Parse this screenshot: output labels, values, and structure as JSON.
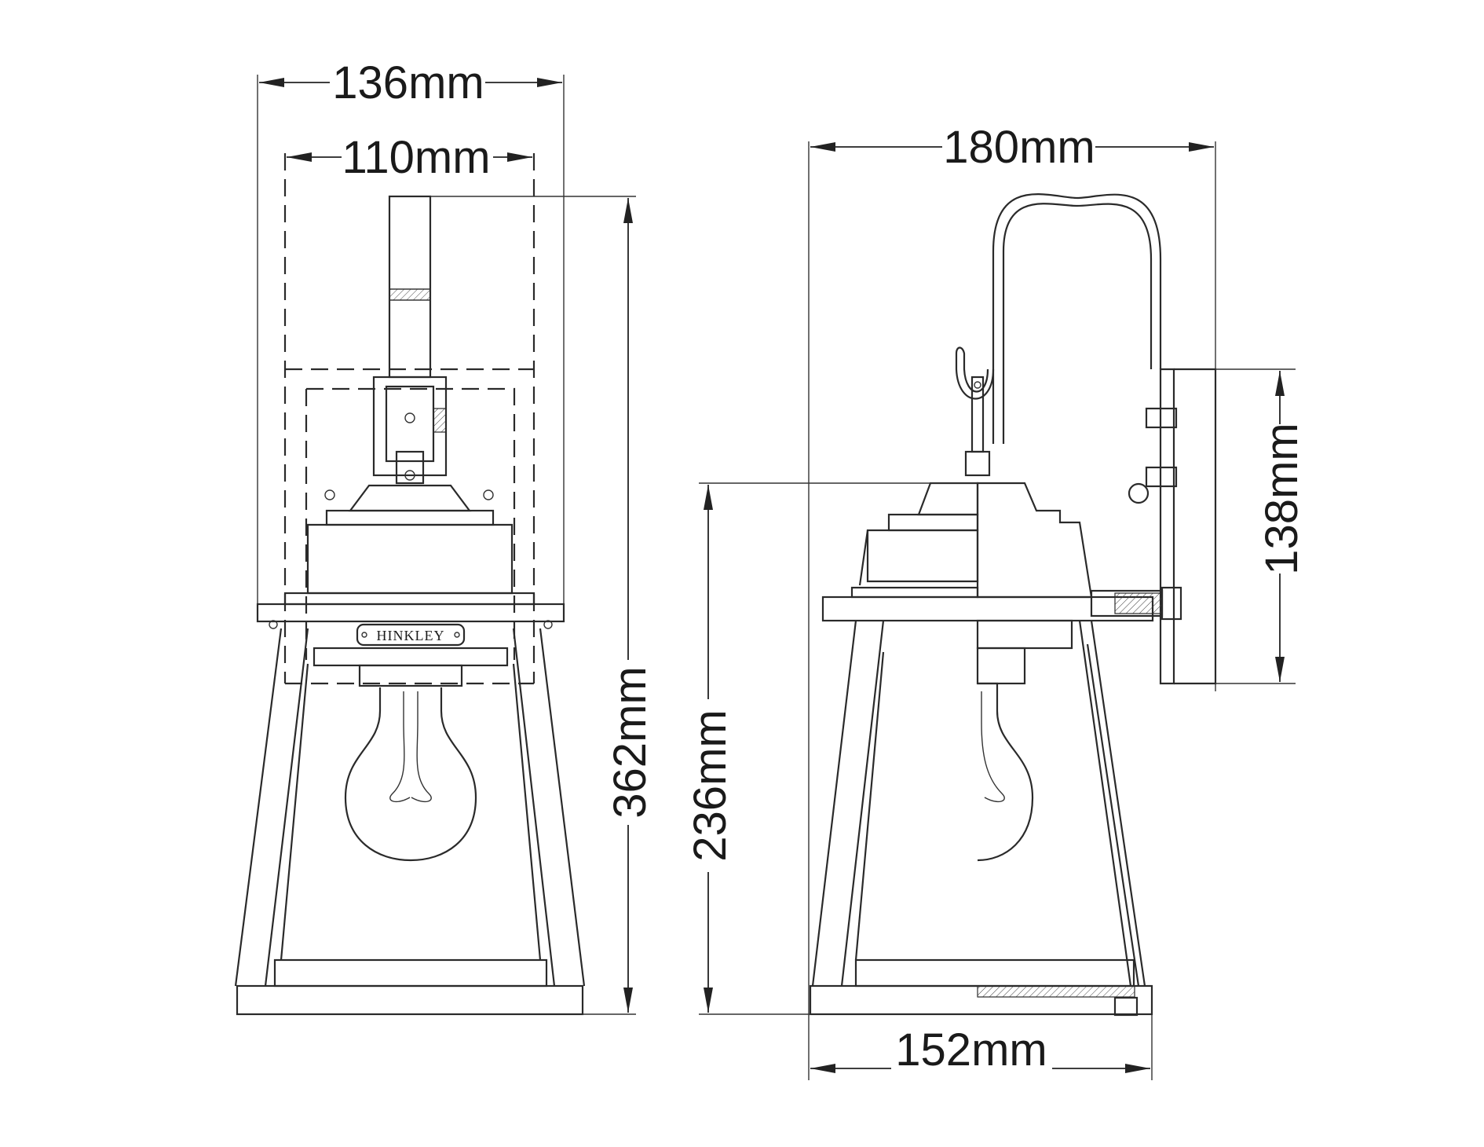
{
  "brand_label": "HINKLEY",
  "dimensions": {
    "front_outer_width": "136mm",
    "front_inner_width": "110mm",
    "front_height": "362mm",
    "side_depth": "180mm",
    "side_body_height": "236mm",
    "side_backplate_height": "138mm",
    "side_base_width": "152mm"
  },
  "colors": {
    "line": "#2a2a2a",
    "background": "#ffffff"
  }
}
